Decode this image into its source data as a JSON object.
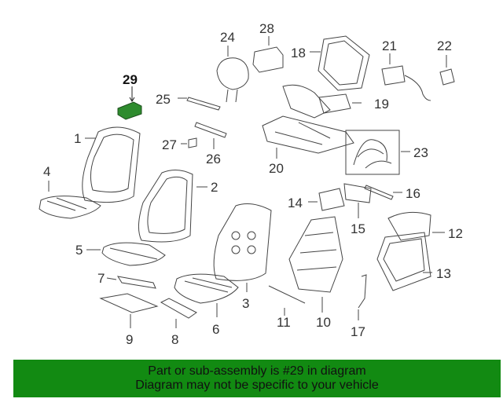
{
  "diagram": {
    "highlight_color": "#2e8b2e",
    "callouts": {
      "c1": "1",
      "c2": "2",
      "c3": "3",
      "c4": "4",
      "c5": "5",
      "c6": "6",
      "c7": "7",
      "c8": "8",
      "c9": "9",
      "c10": "10",
      "c11": "11",
      "c12": "12",
      "c13": "13",
      "c14": "14",
      "c15": "15",
      "c16": "16",
      "c17": "17",
      "c18": "18",
      "c19": "19",
      "c20": "20",
      "c21": "21",
      "c22": "22",
      "c23": "23",
      "c24": "24",
      "c25": "25",
      "c26": "26",
      "c27": "27",
      "c28": "28",
      "c29": "29"
    }
  },
  "banner": {
    "line1": "Part or sub-assembly is #29 in diagram",
    "line2": "Diagram may not be specific to your vehicle",
    "color": "#128a12"
  }
}
